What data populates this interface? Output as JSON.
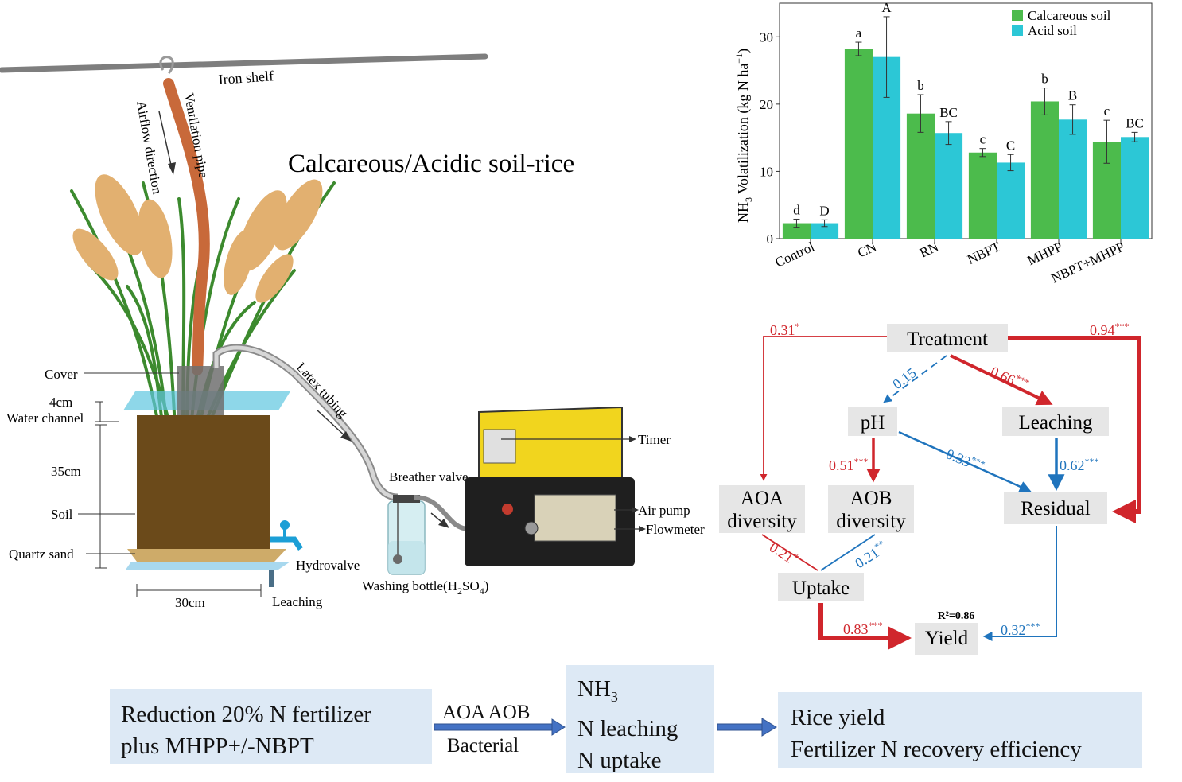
{
  "experiment": {
    "title": "Calcareous/Acidic soil-rice",
    "labels": {
      "iron_shelf": "Iron shelf",
      "ventilation_pipe": "Ventilation pipe",
      "airflow_direction": "Airflow direction",
      "latex_tubing": "Latex tubing",
      "cover": "Cover",
      "water_channel_height": "4cm",
      "water_channel": "Water  channel",
      "soil_depth": "35cm",
      "soil": "Soil",
      "quartz_sand": "Quartz sand",
      "width": "30cm",
      "hydrovalve": "Hydrovalve",
      "leaching": "Leaching",
      "breather_valve": "Breather valve",
      "washing_bottle_prefix": "Washing bottle(H",
      "washing_bottle_sub1": "2",
      "washing_bottle_mid": "SO",
      "washing_bottle_sub2": "4",
      "washing_bottle_suffix": ")",
      "timer": "Timer",
      "air_pump": "Air pump",
      "flowmeter": "Flowmeter"
    }
  },
  "chart_data": {
    "type": "bar",
    "ylabel_prefix": "NH",
    "ylabel_sub": "3",
    "ylabel_main": " Volatilization (kg N ha",
    "ylabel_sup": "−1",
    "ylabel_close": ")",
    "ylim": [
      0,
      35
    ],
    "yticks": [
      0,
      10,
      20,
      30
    ],
    "categories": [
      "Control",
      "CN",
      "RN",
      "NBPT",
      "MHPP",
      "NBPT+MHPP"
    ],
    "series": [
      {
        "name": "Calcareous soil",
        "color": "#4cbb4c",
        "values": [
          2.3,
          28.2,
          18.6,
          12.8,
          20.4,
          14.4
        ],
        "errors": [
          0.6,
          1.0,
          2.8,
          0.6,
          2.0,
          3.2
        ],
        "letters": [
          "d",
          "a",
          "b",
          "c",
          "b",
          "c"
        ]
      },
      {
        "name": "Acid soil",
        "color": "#2cc7d6",
        "values": [
          2.3,
          27.0,
          15.7,
          11.3,
          17.7,
          15.1
        ],
        "errors": [
          0.5,
          6.0,
          1.7,
          1.2,
          2.2,
          0.7
        ],
        "letters": [
          "D",
          "A",
          "BC",
          "C",
          "B",
          "BC"
        ]
      }
    ],
    "legend": "top-right"
  },
  "path_model": {
    "nodes": {
      "treatment": "Treatment",
      "ph": "pH",
      "leaching": "Leaching",
      "aoa_1": "AOA",
      "aoa_2": "diversity",
      "aob_1": "AOB",
      "aob_2": "diversity",
      "residual": "Residual",
      "uptake": "Uptake",
      "yield": "Yield"
    },
    "r2": "R²=0.86",
    "coefficients": {
      "treatment_aoa": {
        "value": "0.31",
        "sig": "*"
      },
      "treatment_residual": {
        "value": "0.94",
        "sig": "***"
      },
      "treatment_ph": {
        "value": "0.15",
        "sig": ""
      },
      "treatment_leaching": {
        "value": "0.66",
        "sig": "***"
      },
      "ph_aob": {
        "value": "0.51",
        "sig": "***"
      },
      "ph_residual": {
        "value": "0.33",
        "sig": "***"
      },
      "leaching_residual": {
        "value": "0.62",
        "sig": "***"
      },
      "aoa_uptake": {
        "value": "0.21",
        "sig": "*"
      },
      "aob_uptake": {
        "value": "0.21",
        "sig": "**"
      },
      "uptake_yield": {
        "value": "0.83",
        "sig": "***"
      },
      "residual_yield": {
        "value": "0.32",
        "sig": "***"
      }
    },
    "colors": {
      "positive": "#d0262c",
      "negative": "#1f74bd",
      "node_bg": "#e6e6e6"
    }
  },
  "summary": {
    "box1_line1": "Reduction  20% N fertilizer",
    "box1_line2": "plus MHPP+/-NBPT",
    "arrow1_top": "AOA AOB",
    "arrow1_bottom": "Bacterial",
    "box2_line1_prefix": "NH",
    "box2_line1_sub": "3",
    "box2_line2": "N leaching",
    "box2_line3": "N uptake",
    "box3_line1": "Rice yield",
    "box3_line2": "Fertilizer  N  recovery  efficiency"
  }
}
